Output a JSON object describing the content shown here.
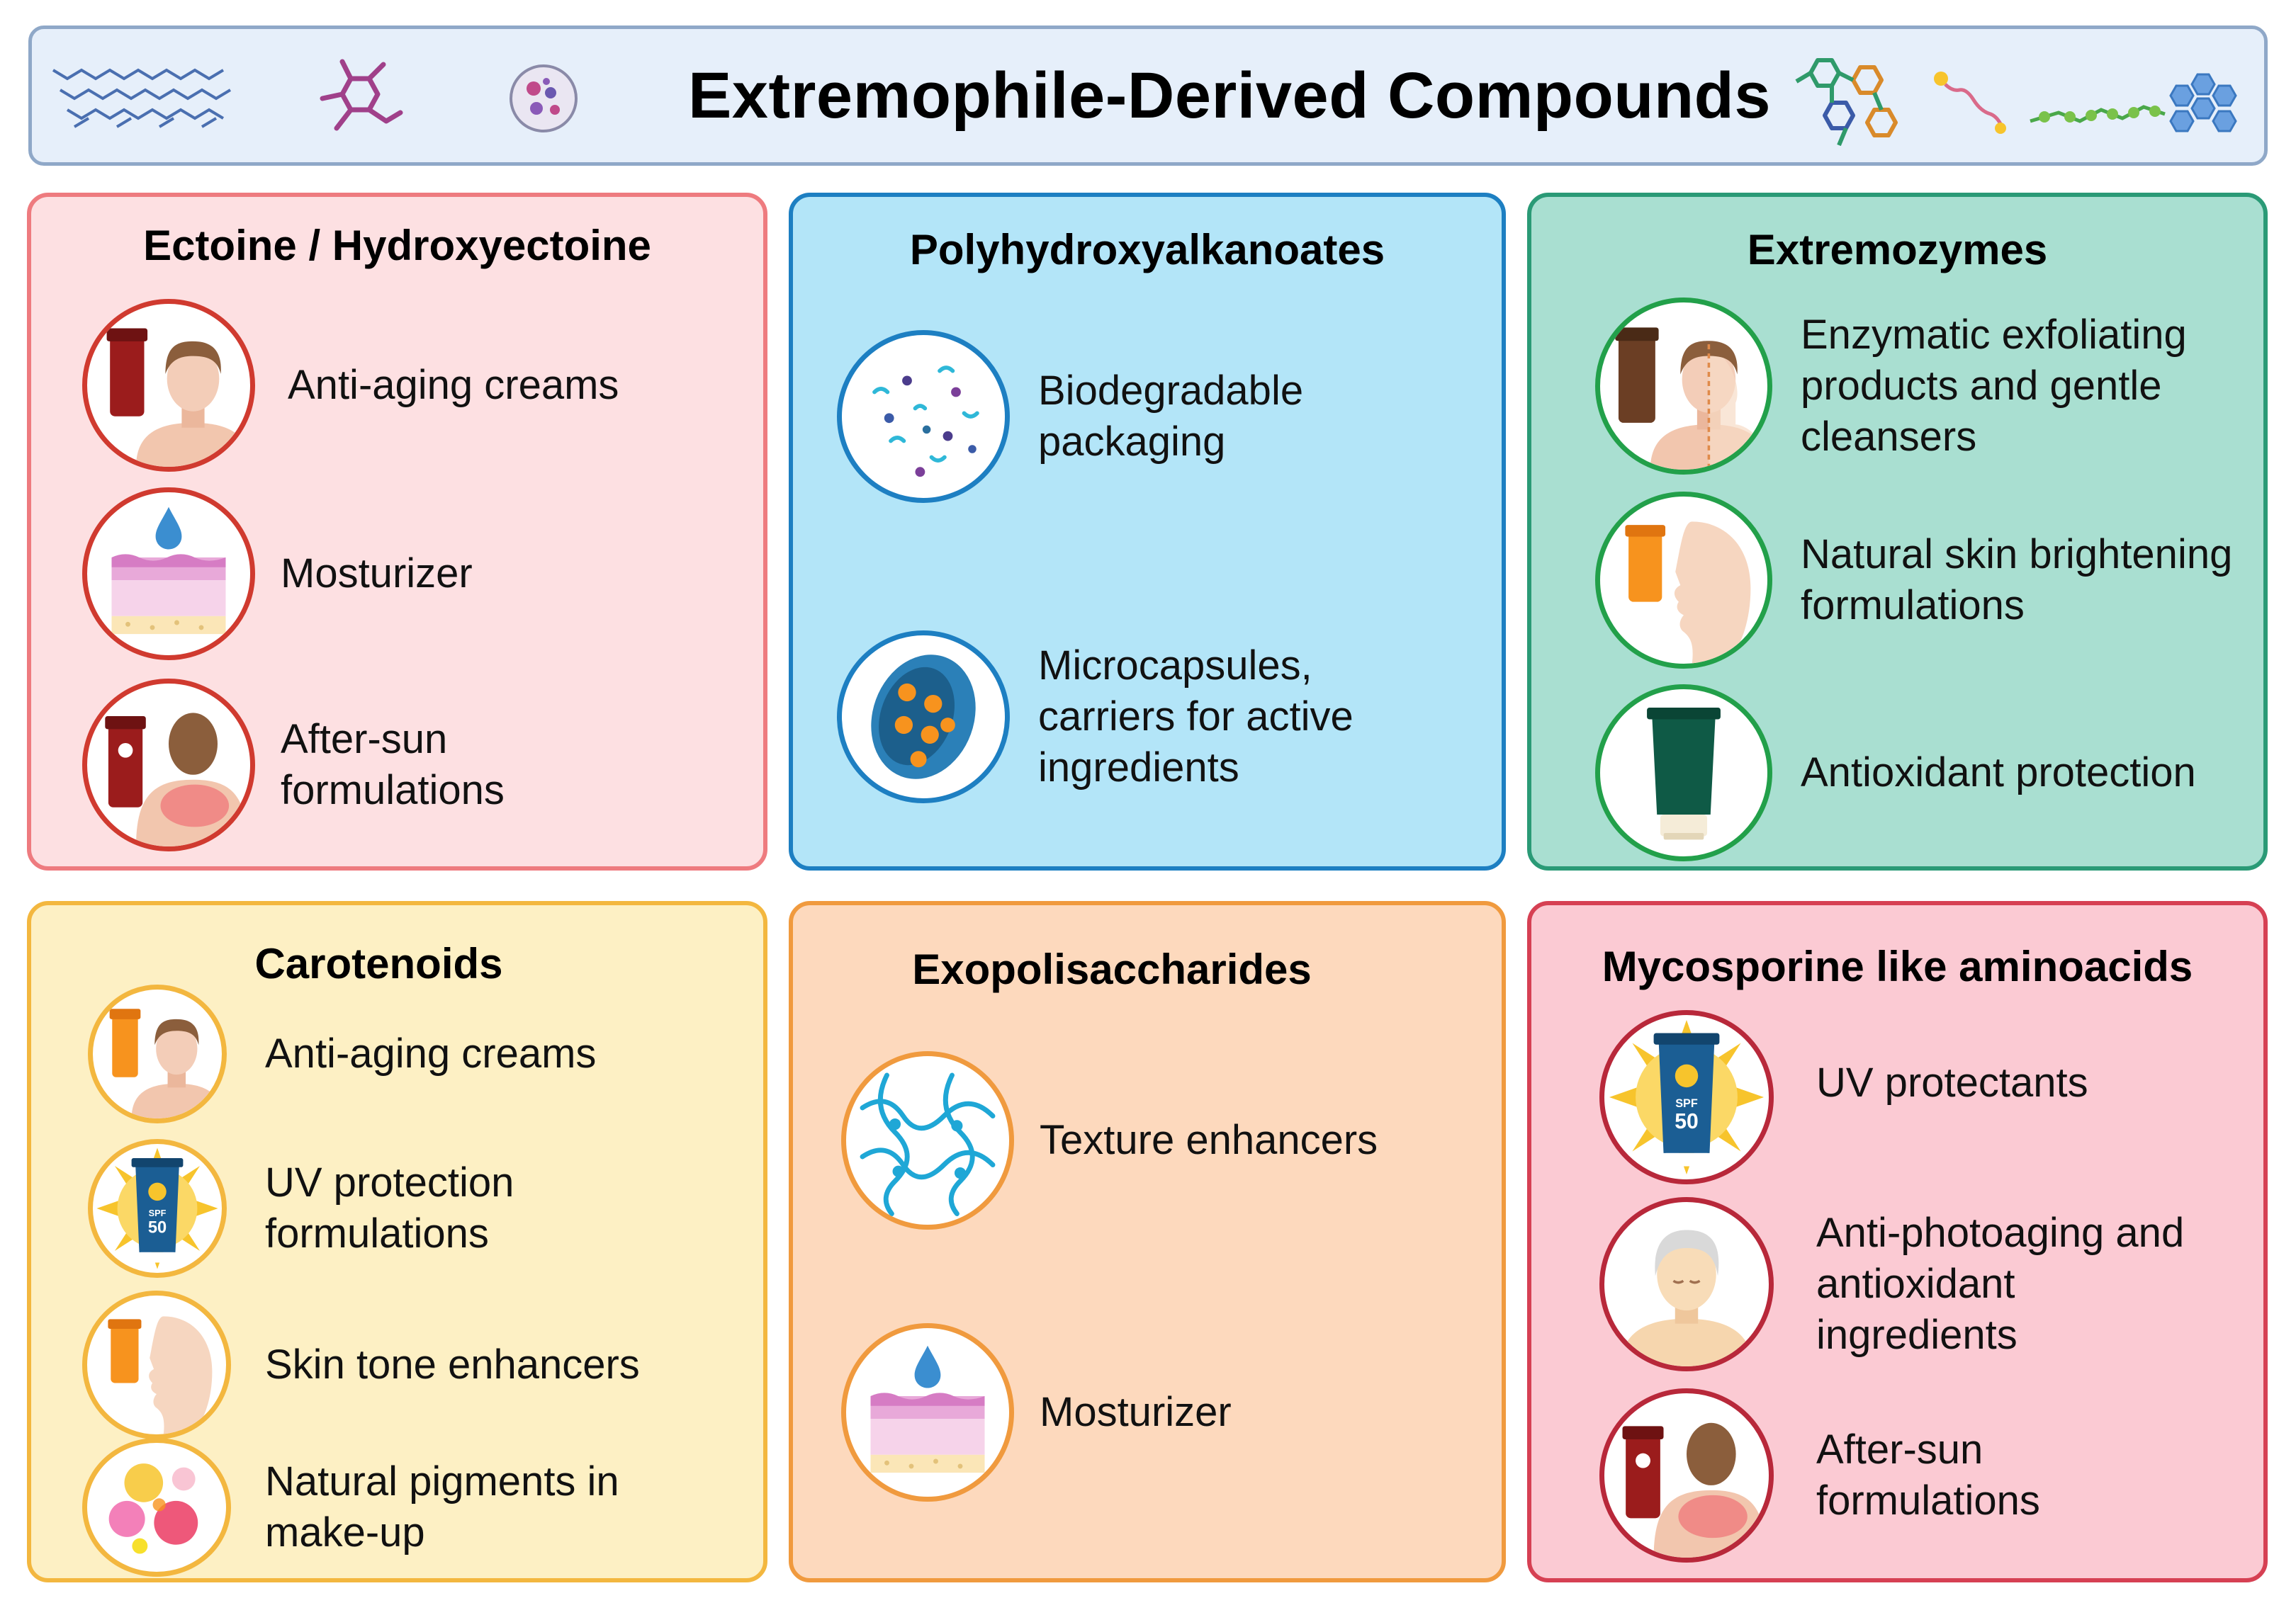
{
  "title": "Extremophile-Derived Compounds",
  "colors": {
    "header_bg": "#e6effa",
    "ectoine_bg": "#fde0e2",
    "ectoine_border": "#ee7b7f",
    "pha_bg": "#b3e5f8",
    "pha_border": "#1d7fc2",
    "extremozymes_bg": "#a9dfd1",
    "extremozymes_border": "#2a9a76",
    "carotenoids_bg": "#fdf0c4",
    "carotenoids_border": "#f3b73f",
    "eps_bg": "#fdd9bd",
    "eps_border": "#f09a3e",
    "maa_bg": "#fbcad3",
    "maa_border": "#d64053"
  },
  "panels": [
    {
      "title": "Ectoine / Hydroxyectoine",
      "items": [
        {
          "label": "Anti-aging creams",
          "icon": "face-with-cream-tube-icon"
        },
        {
          "label": "Mosturizer",
          "icon": "skin-layer-droplet-icon"
        },
        {
          "label": "After-sun\nformulations",
          "icon": "sunburned-back-icon"
        }
      ]
    },
    {
      "title": "Polyhydroxyalkanoates",
      "items": [
        {
          "label": "Biodegradable\npackaging",
          "icon": "microplastic-particles-icon"
        },
        {
          "label": "Microcapsules,\ncarriers for active\ningredients",
          "icon": "microcapsule-icon"
        }
      ]
    },
    {
      "title": "Extremozymes",
      "items": [
        {
          "label": "Enzymatic exfoliating\nproducts and gentle\ncleansers",
          "icon": "half-face-exfoliation-icon"
        },
        {
          "label": "Natural skin brightening\nformulations",
          "icon": "face-profile-cream-icon"
        },
        {
          "label": "Antioxidant protection",
          "icon": "green-tube-icon"
        }
      ]
    },
    {
      "title": "Carotenoids",
      "items": [
        {
          "label": "Anti-aging creams",
          "icon": "face-with-cream-tube-icon"
        },
        {
          "label": "UV protection\nformulations",
          "icon": "sunscreen-spf50-icon"
        },
        {
          "label": "Skin tone enhancers",
          "icon": "face-profile-cream-icon"
        },
        {
          "label": "Natural pigments in\nmake-up",
          "icon": "color-pigments-icon"
        }
      ]
    },
    {
      "title": "Exopolisaccharides",
      "items": [
        {
          "label": "Texture enhancers",
          "icon": "polymer-network-icon"
        },
        {
          "label": "Mosturizer",
          "icon": "skin-layer-droplet-icon"
        }
      ]
    },
    {
      "title": "Mycosporine like aminoacids",
      "items": [
        {
          "label": "UV protectants",
          "icon": "sunscreen-spf50-icon",
          "text": "SPF 50"
        },
        {
          "label": "Anti-photoaging and\nantioxidant\ningredients",
          "icon": "elderly-face-icon"
        },
        {
          "label": "After-sun\nformulations",
          "icon": "sunburned-back-icon"
        }
      ]
    }
  ]
}
